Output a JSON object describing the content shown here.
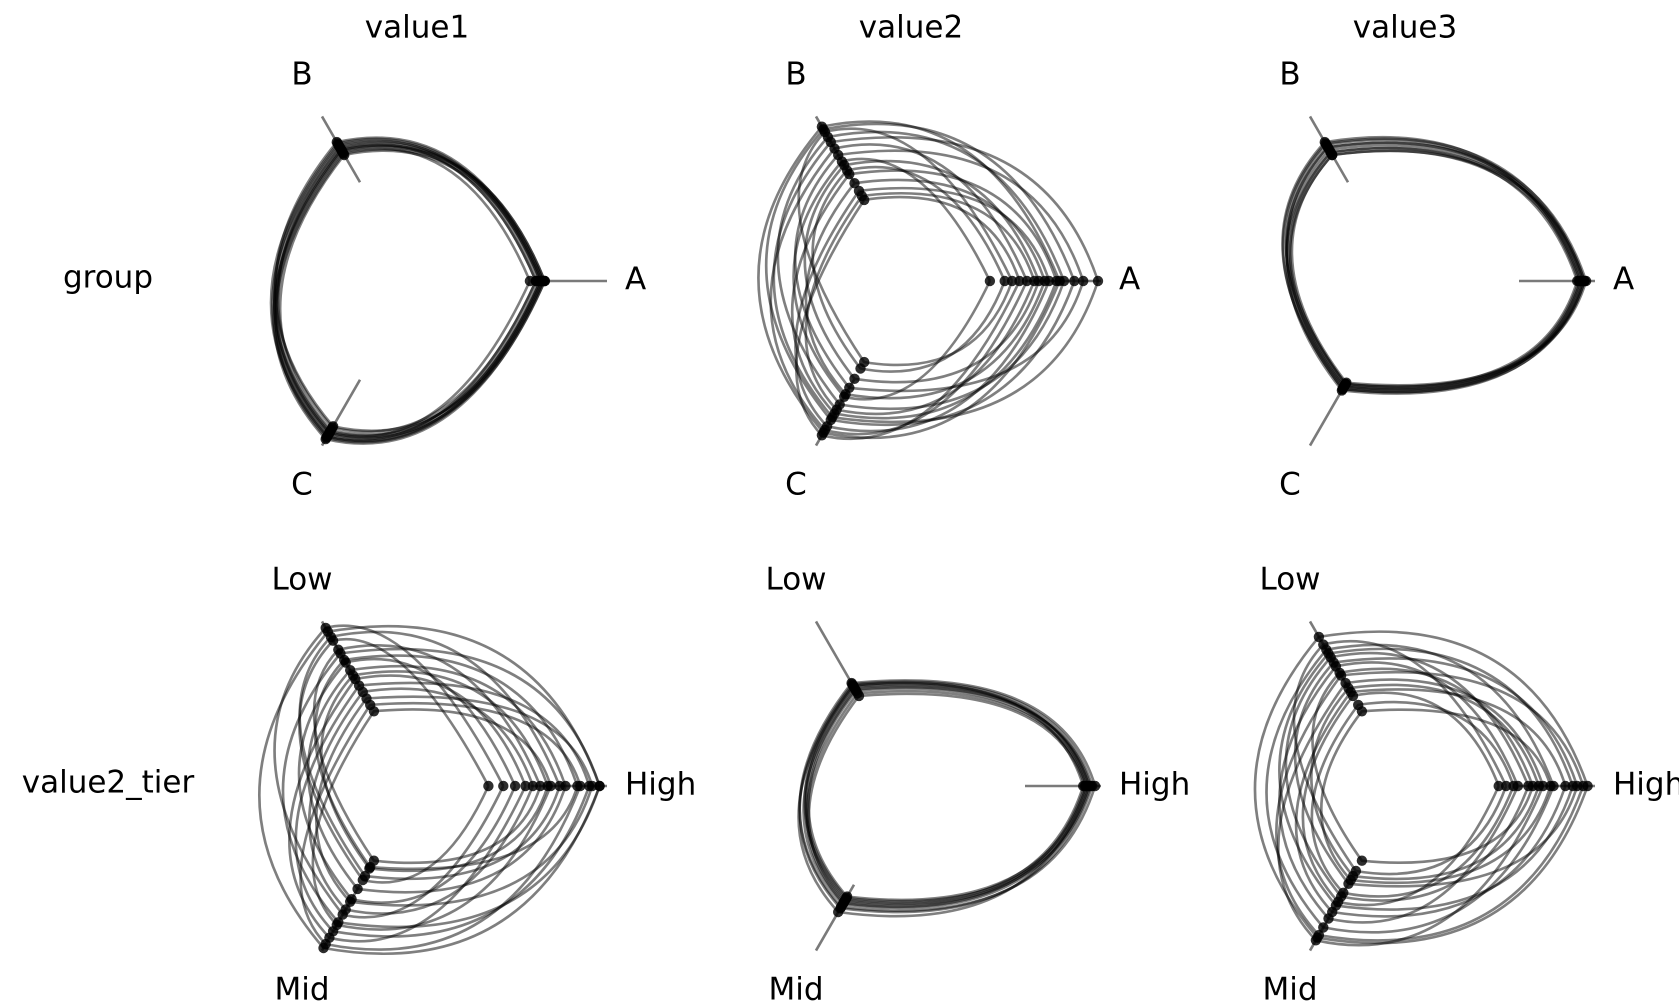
{
  "columns": [
    "value1",
    "value2",
    "value3"
  ],
  "rows": [
    "group",
    "value2_tier"
  ],
  "chart_data": [
    {
      "type": "radial_curves",
      "row": "group",
      "column": "value1",
      "axes": [
        "A",
        "B",
        "C"
      ],
      "values": [
        [
          0.48,
          0.72,
          0.9
        ],
        [
          0.52,
          0.74,
          0.92
        ],
        [
          0.55,
          0.7,
          0.88
        ],
        [
          0.56,
          0.77,
          0.93
        ],
        [
          0.57,
          0.8,
          0.85
        ],
        [
          0.58,
          0.73,
          0.95
        ],
        [
          0.55,
          0.76,
          0.91
        ],
        [
          0.54,
          0.78,
          0.89
        ],
        [
          0.57,
          0.71,
          0.94
        ],
        [
          0.52,
          0.75,
          0.86
        ],
        [
          0.56,
          0.79,
          0.93
        ],
        [
          0.58,
          0.74,
          0.9
        ]
      ]
    },
    {
      "type": "radial_curves",
      "row": "group",
      "column": "value2",
      "axes": [
        "A",
        "B",
        "C"
      ],
      "values": [
        [
          0.82,
          0.9,
          0.8
        ],
        [
          0.25,
          0.65,
          0.62
        ],
        [
          0.7,
          0.55,
          0.75
        ],
        [
          0.4,
          0.88,
          0.35
        ],
        [
          0.65,
          0.42,
          0.85
        ],
        [
          0.88,
          0.7,
          0.55
        ],
        [
          0.45,
          0.35,
          0.92
        ],
        [
          0.58,
          0.62,
          0.48
        ],
        [
          0.75,
          0.84,
          0.68
        ],
        [
          0.35,
          0.58,
          0.4
        ],
        [
          0.5,
          0.75,
          0.88
        ],
        [
          0.62,
          0.48,
          0.6
        ],
        [
          0.72,
          0.92,
          0.9
        ],
        [
          0.55,
          0.38,
          0.72
        ],
        [
          0.98,
          0.8,
          0.78
        ]
      ]
    },
    {
      "type": "radial_curves",
      "row": "group",
      "column": "value3",
      "axes": [
        "A",
        "B",
        "C"
      ],
      "values": [
        [
          0.88,
          0.72,
          0.52
        ],
        [
          0.92,
          0.76,
          0.54
        ],
        [
          0.9,
          0.8,
          0.56
        ],
        [
          0.93,
          0.7,
          0.51
        ],
        [
          0.91,
          0.74,
          0.55
        ],
        [
          0.89,
          0.78,
          0.53
        ],
        [
          0.92,
          0.72,
          0.57
        ],
        [
          0.94,
          0.76,
          0.52
        ],
        [
          0.9,
          0.7,
          0.54
        ],
        [
          0.93,
          0.79,
          0.56
        ]
      ]
    },
    {
      "type": "radial_curves",
      "row": "value2_tier",
      "column": "value1",
      "axes": [
        "High",
        "Low",
        "Mid"
      ],
      "values": [
        [
          0.95,
          0.92,
          0.98
        ],
        [
          0.2,
          0.85,
          0.45
        ],
        [
          0.62,
          0.3,
          0.8
        ],
        [
          0.8,
          0.7,
          0.35
        ],
        [
          0.45,
          0.55,
          0.9
        ],
        [
          0.9,
          0.4,
          0.62
        ],
        [
          0.3,
          0.95,
          0.72
        ],
        [
          0.72,
          0.62,
          0.52
        ],
        [
          0.55,
          0.78,
          0.3
        ],
        [
          0.88,
          0.5,
          0.85
        ],
        [
          0.38,
          0.68,
          0.6
        ],
        [
          0.68,
          0.88,
          0.42
        ],
        [
          0.82,
          0.35,
          0.95
        ],
        [
          0.5,
          0.45,
          0.68
        ],
        [
          0.95,
          0.75,
          0.78
        ],
        [
          0.6,
          0.58,
          0.36
        ]
      ]
    },
    {
      "type": "radial_curves",
      "row": "value2_tier",
      "column": "value2",
      "axes": [
        "High",
        "Low",
        "Mid"
      ],
      "values": [
        [
          0.88,
          0.5,
          0.6
        ],
        [
          0.92,
          0.48,
          0.64
        ],
        [
          0.9,
          0.46,
          0.58
        ],
        [
          0.96,
          0.52,
          0.66
        ],
        [
          0.89,
          0.42,
          0.62
        ],
        [
          0.91,
          0.5,
          0.7
        ],
        [
          0.93,
          0.47,
          0.61
        ],
        [
          0.9,
          0.44,
          0.63
        ],
        [
          0.92,
          0.49,
          0.59
        ],
        [
          0.94,
          0.51,
          0.67
        ]
      ]
    },
    {
      "type": "radial_curves",
      "row": "value2_tier",
      "column": "value3",
      "axes": [
        "High",
        "Low",
        "Mid"
      ],
      "values": [
        [
          0.95,
          0.88,
          0.9
        ],
        [
          0.35,
          0.42,
          0.62
        ],
        [
          0.58,
          0.6,
          0.3
        ],
        [
          0.72,
          0.78,
          0.82
        ],
        [
          0.45,
          0.35,
          0.55
        ],
        [
          0.88,
          0.68,
          0.48
        ],
        [
          0.65,
          0.52,
          0.92
        ],
        [
          0.4,
          0.82,
          0.38
        ],
        [
          0.8,
          0.45,
          0.7
        ],
        [
          0.55,
          0.72,
          0.58
        ],
        [
          0.7,
          0.3,
          0.45
        ],
        [
          0.92,
          0.58,
          0.88
        ],
        [
          0.48,
          0.65,
          0.75
        ],
        [
          0.62,
          0.48,
          0.42
        ],
        [
          0.85,
          0.75,
          0.65
        ]
      ]
    }
  ]
}
